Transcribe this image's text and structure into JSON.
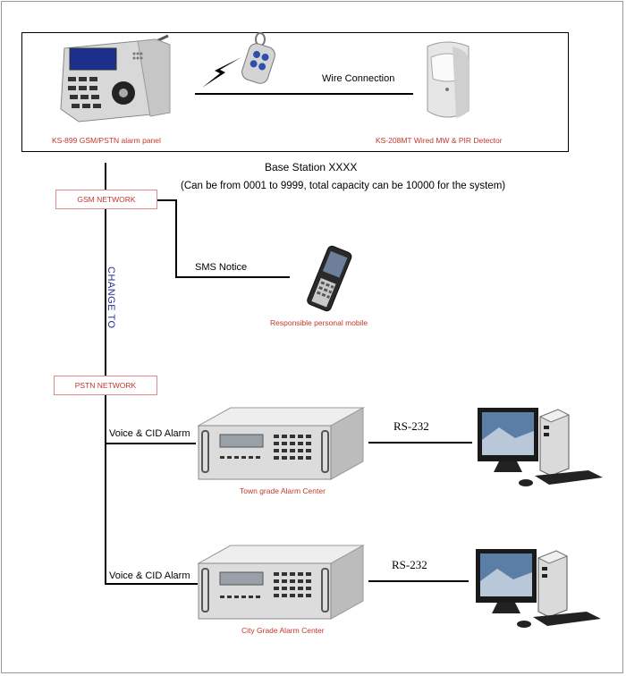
{
  "top": {
    "panel_label": "KS-899 GSM/PSTN alarm panel",
    "wire_label": "Wire Connection",
    "detector_label": "KS-208MT Wired MW & PIR Detector"
  },
  "base_station": {
    "title": "Base Station XXXX",
    "note": "(Can be from 0001 to 9999, total capacity can be 10000 for the system)"
  },
  "gsm": {
    "box_label": "GSM NETWORK",
    "sms_label": "SMS Notice",
    "mobile_label": "Responsible personal mobile"
  },
  "change_label": "CHANGE TO",
  "pstn": {
    "box_label": "PSTN  NETWORK"
  },
  "town": {
    "voice_label": "Voice & CID Alarm",
    "rs_label": "RS-232",
    "center_label": "Town grade Alarm Center"
  },
  "city": {
    "voice_label": "Voice & CID Alarm",
    "rs_label": "RS-232",
    "center_label": "City Grade Alarm Center"
  }
}
